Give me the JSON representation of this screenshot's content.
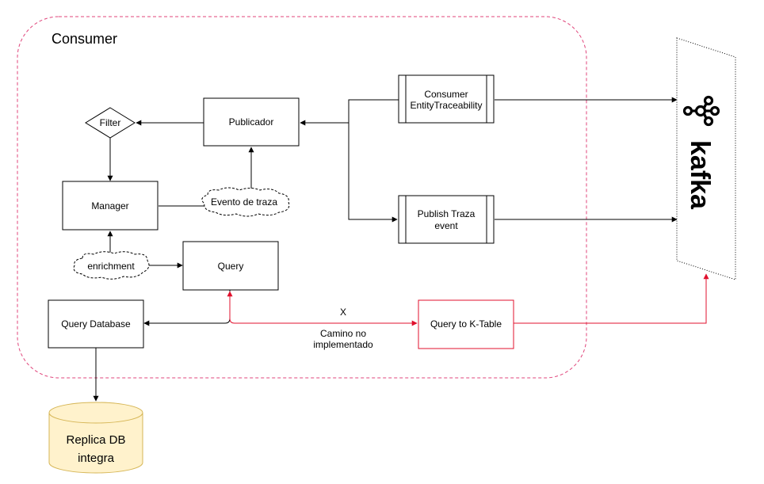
{
  "container": {
    "title": "Consumer",
    "border_color": "#e0457b"
  },
  "nodes": {
    "filter": "Filter",
    "publicador": "Publicador",
    "manager": "Manager",
    "evento": "Evento de traza",
    "enrichment": "enrichment",
    "query": "Query",
    "query_database": "Query Database",
    "consumer_entity": {
      "line1": "Consumer",
      "line2": "EntityTraceability"
    },
    "publish_traza": {
      "line1": "Publish Traza",
      "line2": "event"
    },
    "query_ktable": "Query to K-Table",
    "replica_db": {
      "line1": "Replica DB",
      "line2": "integra"
    }
  },
  "edge_labels": {
    "x_mark": "X",
    "camino": {
      "line1": "Camino no",
      "line2": "implementado"
    }
  },
  "kafka_logo": {
    "text": "kafka",
    "icon": "kafka-logo-icon"
  },
  "colors": {
    "edge": "#000000",
    "unimplemented_edge": "#e0102d",
    "db_fill": "#fff2cc",
    "db_stroke": "#d6b656"
  }
}
